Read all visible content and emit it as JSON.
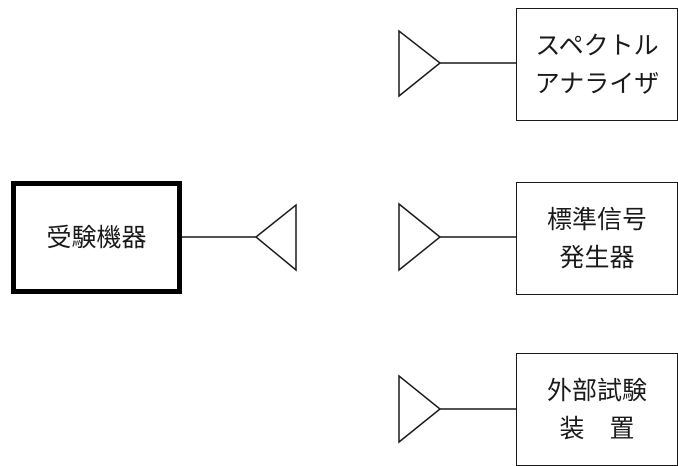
{
  "boxes": {
    "dut": {
      "label": "受験機器"
    },
    "spectrum_analyzer": {
      "line1": "スペクトル",
      "line2": "アナライザ"
    },
    "signal_generator": {
      "line1": "標準信号",
      "line2": "発生器"
    },
    "external_test_device": {
      "line1": "外部試験",
      "line2": "装　置"
    }
  },
  "connections": [
    {
      "from": "dut",
      "to": "antenna"
    },
    {
      "from": "antenna",
      "to": "spectrum_analyzer"
    },
    {
      "from": "antenna",
      "to": "signal_generator"
    },
    {
      "from": "antenna",
      "to": "external_test_device"
    }
  ],
  "colors": {
    "line": "#1a1a1a",
    "background": "#ffffff"
  }
}
